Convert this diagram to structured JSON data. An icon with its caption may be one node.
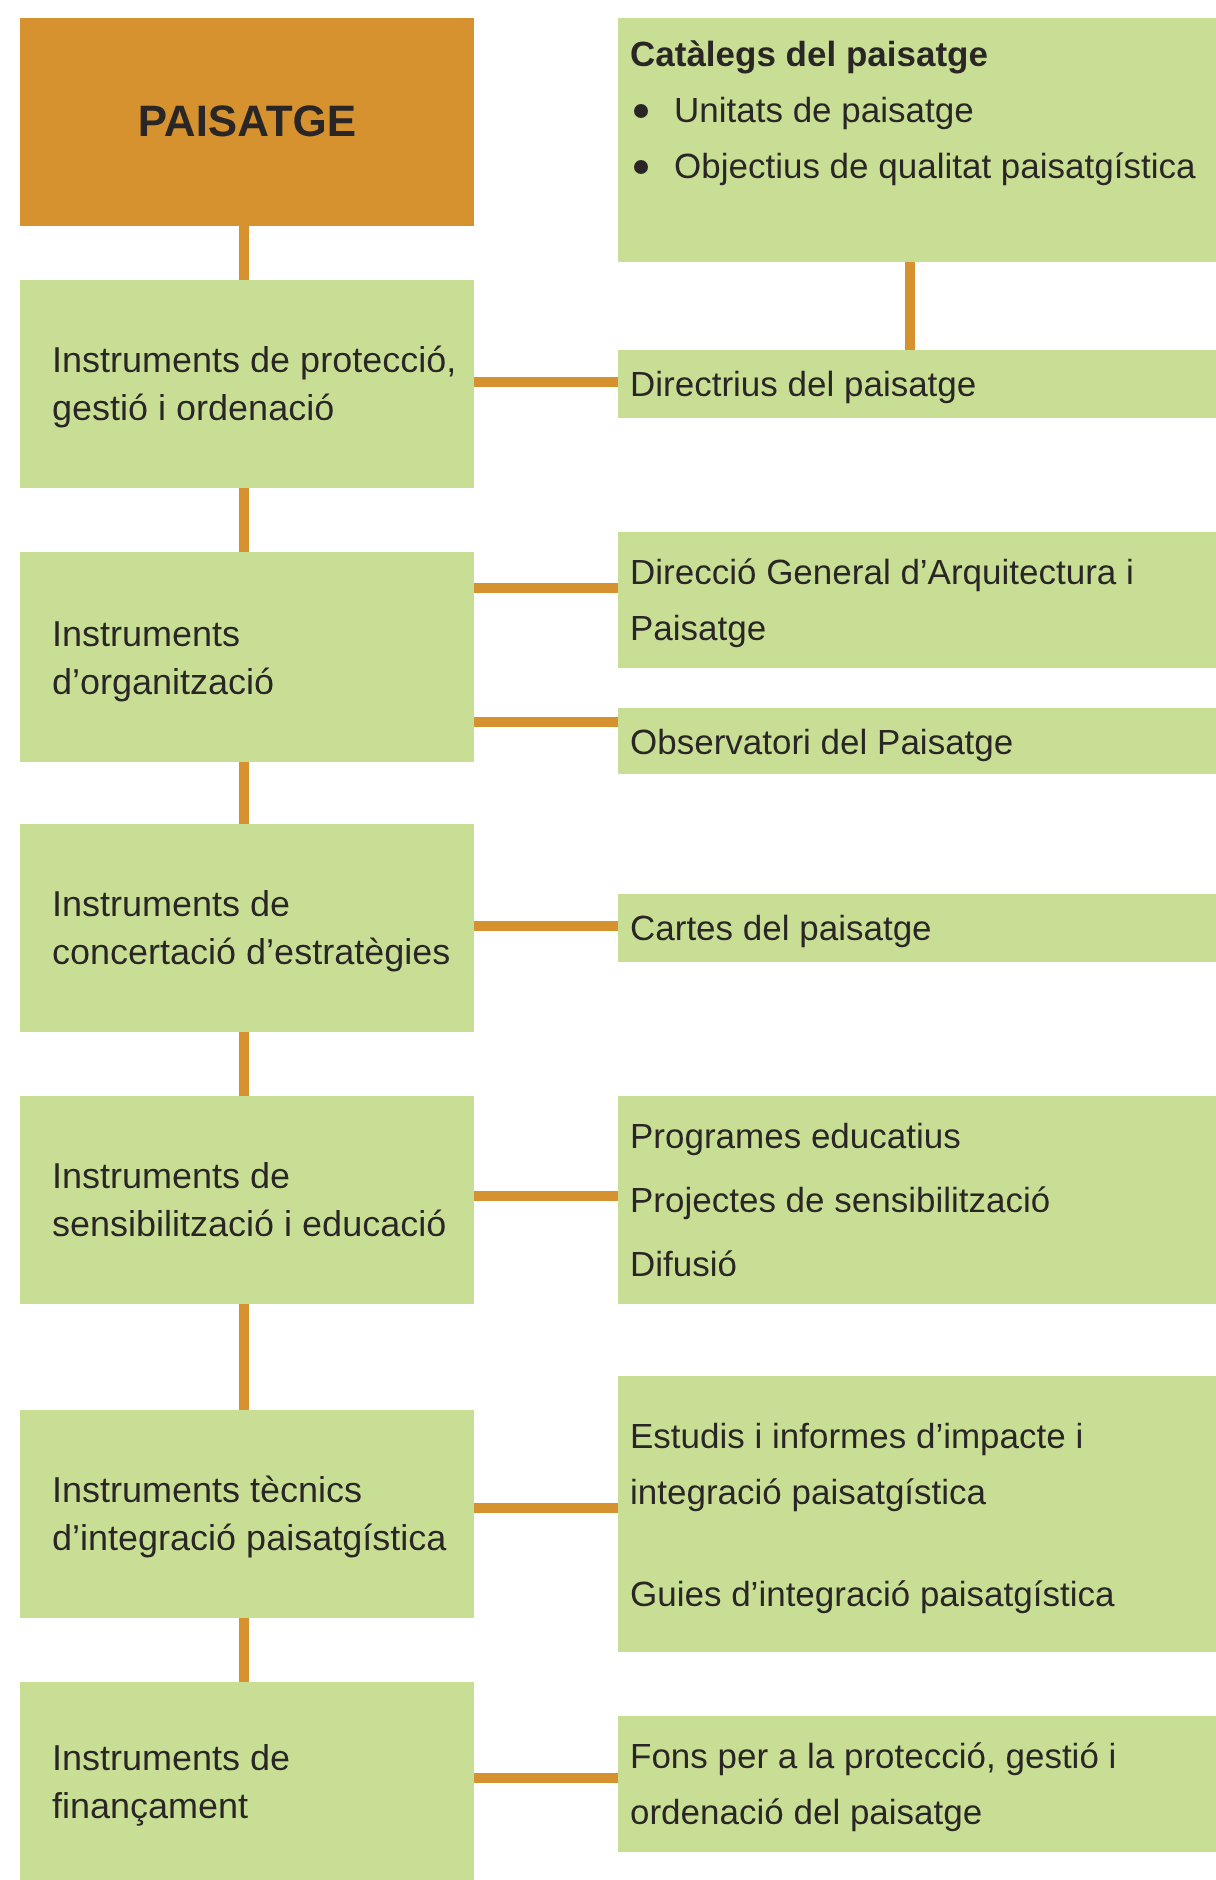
{
  "diagram": {
    "nodes": [
      {
        "text": [
          "PAISATGE"
        ]
      },
      {
        "text": [
          "Instruments de protecció, gestió i ordenació"
        ]
      },
      {
        "text": [
          "Catàlegs del paisatge",
          "Unitats de paisatge",
          "Objectius de qualitat paisatgística"
        ]
      },
      {
        "text": [
          "Directrius del paisatge"
        ]
      },
      {
        "text": [
          "Instruments d’organització"
        ]
      },
      {
        "text": [
          "Direcció General d’Arquitectura i Paisatge"
        ]
      },
      {
        "text": [
          "Observatori del Paisatge"
        ]
      },
      {
        "text": [
          "Instruments de concertació d’estratègies"
        ]
      },
      {
        "text": [
          "Cartes del paisatge"
        ]
      },
      {
        "text": [
          "Instruments de sensibilització i educació"
        ]
      },
      {
        "text": [
          "Programes educatius",
          "Projectes de sensibilització",
          "Difusió"
        ]
      },
      {
        "text": [
          "Instruments tècnics d’integració paisatgística"
        ]
      },
      {
        "text": [
          "Estudis i informes d’impacte i integració paisatgística",
          "Guies d’integració paisatgística"
        ]
      },
      {
        "text": [
          "Instruments de finançament"
        ]
      },
      {
        "text": [
          "Fons per a la protecció, gestió i ordenació del paisatge"
        ]
      }
    ],
    "edges": [
      {
        "from": 0,
        "to": 1,
        "arrow": "none"
      },
      {
        "from": 1,
        "to": 4,
        "arrow": "none"
      },
      {
        "from": 4,
        "to": 7,
        "arrow": "none"
      },
      {
        "from": 7,
        "to": 9,
        "arrow": "none"
      },
      {
        "from": 9,
        "to": 11,
        "arrow": "none"
      },
      {
        "from": 11,
        "to": 13,
        "arrow": "none"
      },
      {
        "from": 2,
        "to": 3,
        "arrow": "none"
      },
      {
        "from": 1,
        "to": 3,
        "arrow": "none"
      },
      {
        "from": 4,
        "to": 5,
        "arrow": "none"
      },
      {
        "from": 4,
        "to": 6,
        "arrow": "none"
      },
      {
        "from": 7,
        "to": 8,
        "arrow": "none"
      },
      {
        "from": 9,
        "to": 10,
        "arrow": "none"
      },
      {
        "from": 11,
        "to": 12,
        "arrow": "none"
      },
      {
        "from": 13,
        "to": 14,
        "arrow": "none"
      }
    ]
  }
}
